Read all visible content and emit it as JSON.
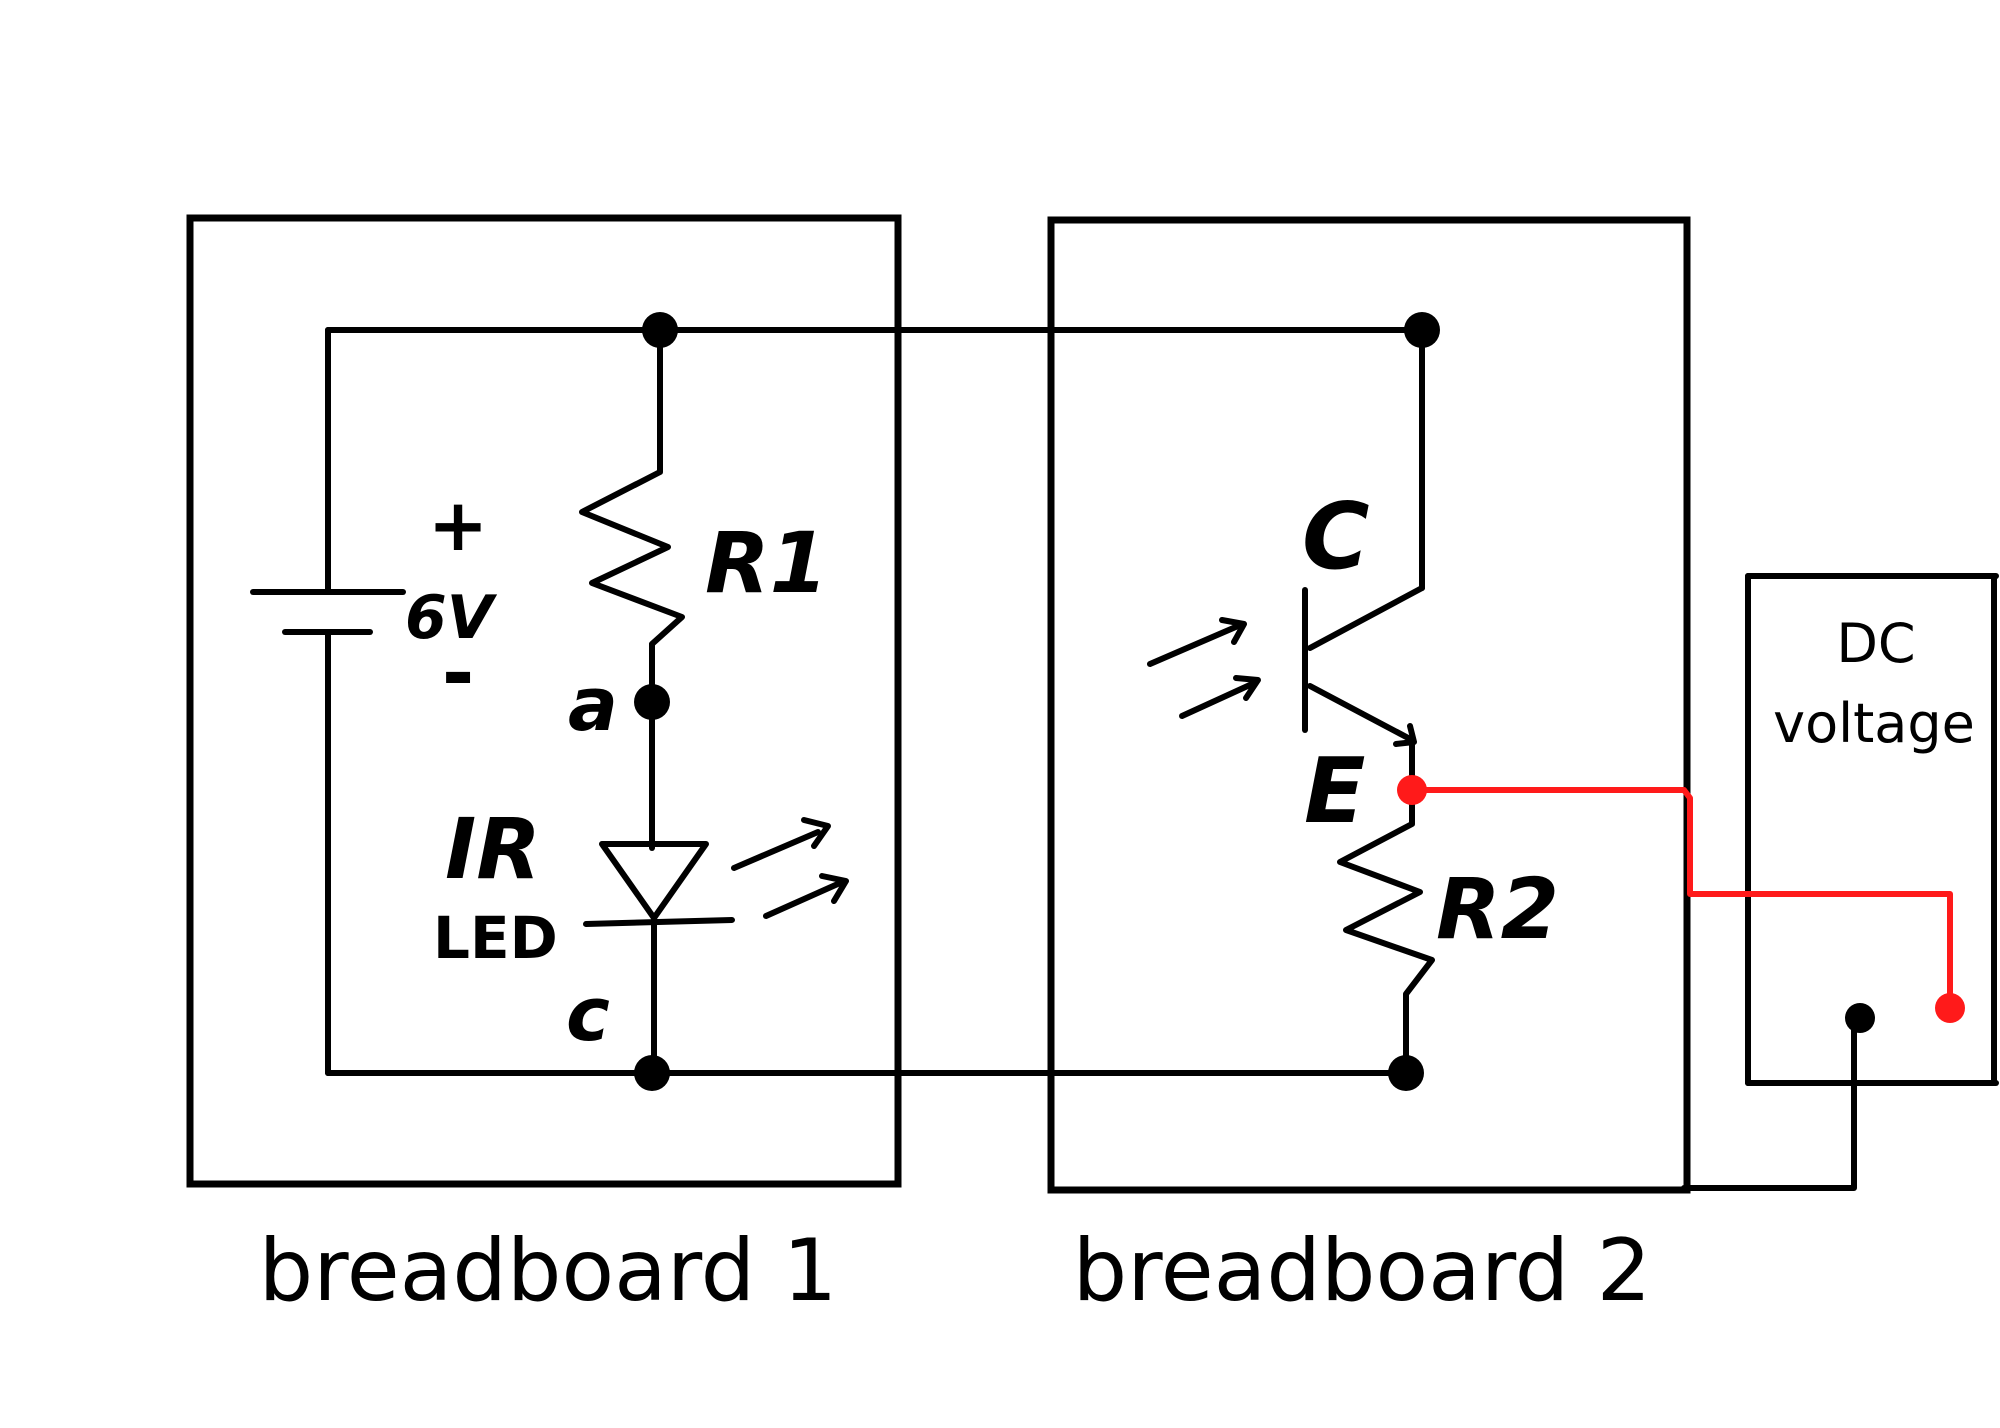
{
  "breadboard1": {
    "label": "breadboard 1"
  },
  "breadboard2": {
    "label": "breadboard 2"
  },
  "dc_source": {
    "line1": "DC",
    "line2": "voltage"
  },
  "battery": {
    "plus": "+",
    "voltage": "6V",
    "minus": "-"
  },
  "resistor1": {
    "label": "R1"
  },
  "resistor2": {
    "label": "R2"
  },
  "node_a": {
    "label": "a"
  },
  "node_c": {
    "label": "c"
  },
  "led": {
    "line1": "IR",
    "line2": "LED"
  },
  "transistor": {
    "collector": "C",
    "emitter": "E"
  },
  "colors": {
    "wire": "#000000",
    "probe": "#ff1a1a"
  }
}
